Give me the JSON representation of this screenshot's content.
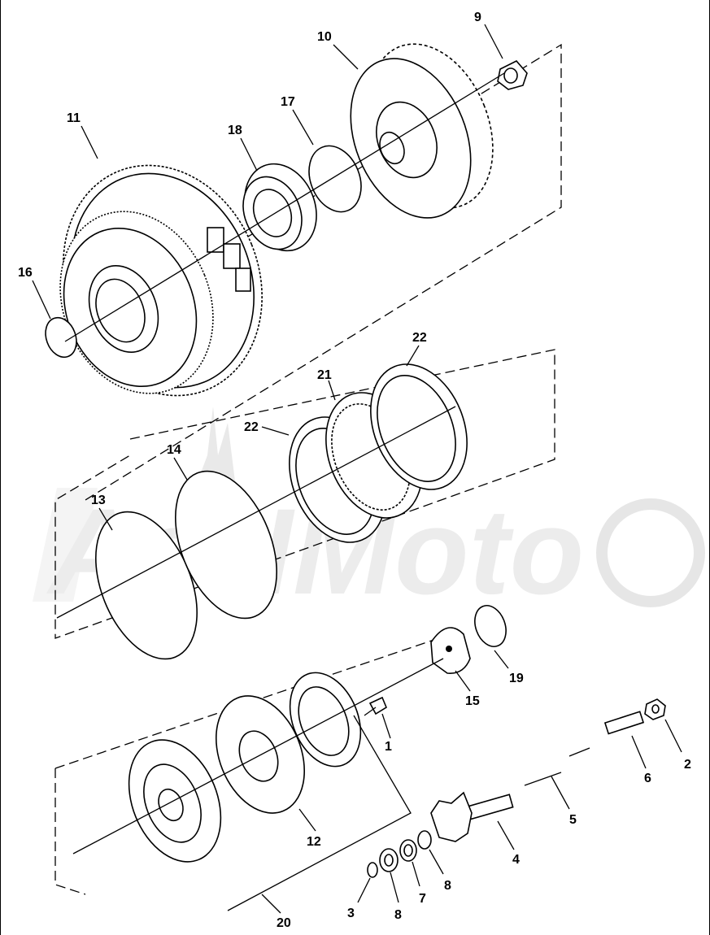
{
  "watermark": {
    "text": "AeHMoto"
  },
  "callouts": [
    {
      "id": "c1",
      "label": "1"
    },
    {
      "id": "c2",
      "label": "2"
    },
    {
      "id": "c3",
      "label": "3"
    },
    {
      "id": "c4",
      "label": "4"
    },
    {
      "id": "c5",
      "label": "5"
    },
    {
      "id": "c6",
      "label": "6"
    },
    {
      "id": "c7",
      "label": "7"
    },
    {
      "id": "c8a",
      "label": "8"
    },
    {
      "id": "c8b",
      "label": "8"
    },
    {
      "id": "c9",
      "label": "9"
    },
    {
      "id": "c10",
      "label": "10"
    },
    {
      "id": "c11",
      "label": "11"
    },
    {
      "id": "c12",
      "label": "12"
    },
    {
      "id": "c13",
      "label": "13"
    },
    {
      "id": "c14",
      "label": "14"
    },
    {
      "id": "c15",
      "label": "15"
    },
    {
      "id": "c16",
      "label": "16"
    },
    {
      "id": "c17",
      "label": "17"
    },
    {
      "id": "c18",
      "label": "18"
    },
    {
      "id": "c19",
      "label": "19"
    },
    {
      "id": "c20",
      "label": "20"
    },
    {
      "id": "c21",
      "label": "21"
    },
    {
      "id": "c22a",
      "label": "22"
    },
    {
      "id": "c22b",
      "label": "22"
    }
  ]
}
